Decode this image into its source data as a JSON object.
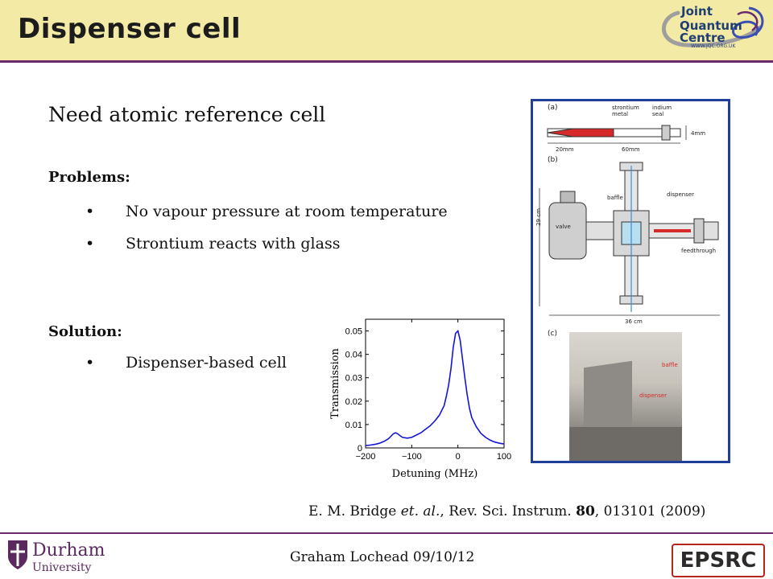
{
  "header": {
    "title": "Dispenser cell",
    "logo_line1": "Joint",
    "logo_line2": "Quantum Centre",
    "logo_url": "WWW.JQC.ORG.UK"
  },
  "content": {
    "heading": "Need atomic reference cell",
    "problems_label": "Problems:",
    "problems": [
      "No vapour pressure at room temperature",
      "Strontium reacts with glass"
    ],
    "solution_label": "Solution:",
    "solutions": [
      "Dispenser-based cell"
    ],
    "bullet_char": "•"
  },
  "figure": {
    "label_a": "(a)",
    "label_b": "(b)",
    "label_c": "(c)",
    "strontium_metal": "strontium metal",
    "indium_seal": "indium seal",
    "dim_20mm": "20mm",
    "dim_60mm": "60mm",
    "dim_4mm": "4mm",
    "baffle": "baffle",
    "dispenser": "dispenser",
    "valve": "valve",
    "feedthrough": "feedthrough",
    "dim_29cm": "29 cm",
    "dim_36cm": "36 cm",
    "photo_baffle": "baffle",
    "photo_dispenser": "dispenser"
  },
  "chart_data": {
    "type": "line",
    "xlabel": "Detuning (MHz)",
    "ylabel": "Transmission",
    "xlim": [
      -200,
      100
    ],
    "ylim": [
      0,
      0.055
    ],
    "xticks": [
      -200,
      -100,
      0,
      100
    ],
    "yticks": [
      0,
      0.01,
      0.02,
      0.03,
      0.04,
      0.05
    ],
    "xtick_labels": [
      "−200",
      "−100",
      "0",
      "100"
    ],
    "ytick_labels": [
      "0",
      "0.01",
      "0.02",
      "0.03",
      "0.04",
      "0.05"
    ],
    "series": [
      {
        "color": "#1414d8",
        "x": [
          -200,
          -190,
          -180,
          -170,
          -160,
          -150,
          -140,
          -135,
          -130,
          -125,
          -120,
          -110,
          -100,
          -90,
          -80,
          -70,
          -60,
          -50,
          -40,
          -30,
          -25,
          -20,
          -15,
          -10,
          -5,
          0,
          5,
          10,
          15,
          20,
          25,
          30,
          40,
          50,
          60,
          70,
          80,
          90,
          100
        ],
        "y": [
          0.001,
          0.0012,
          0.0015,
          0.002,
          0.0028,
          0.004,
          0.006,
          0.0065,
          0.006,
          0.0052,
          0.0045,
          0.0042,
          0.0045,
          0.0055,
          0.0065,
          0.008,
          0.0095,
          0.0115,
          0.014,
          0.018,
          0.022,
          0.027,
          0.034,
          0.043,
          0.049,
          0.05,
          0.046,
          0.038,
          0.03,
          0.023,
          0.017,
          0.013,
          0.009,
          0.0062,
          0.0045,
          0.0033,
          0.0025,
          0.002,
          0.0017
        ]
      }
    ]
  },
  "citation": {
    "prefix": "E. M. Bridge ",
    "etal": "et. al.",
    "mid": ", Rev. Sci. Instrum. ",
    "volume": "80",
    "suffix": ", 013101 (2009)"
  },
  "footer": {
    "author_date": "Graham Lochead 09/10/12",
    "durham_line1": "Durham",
    "durham_line2": "University",
    "epsrc": "EPSRC"
  }
}
